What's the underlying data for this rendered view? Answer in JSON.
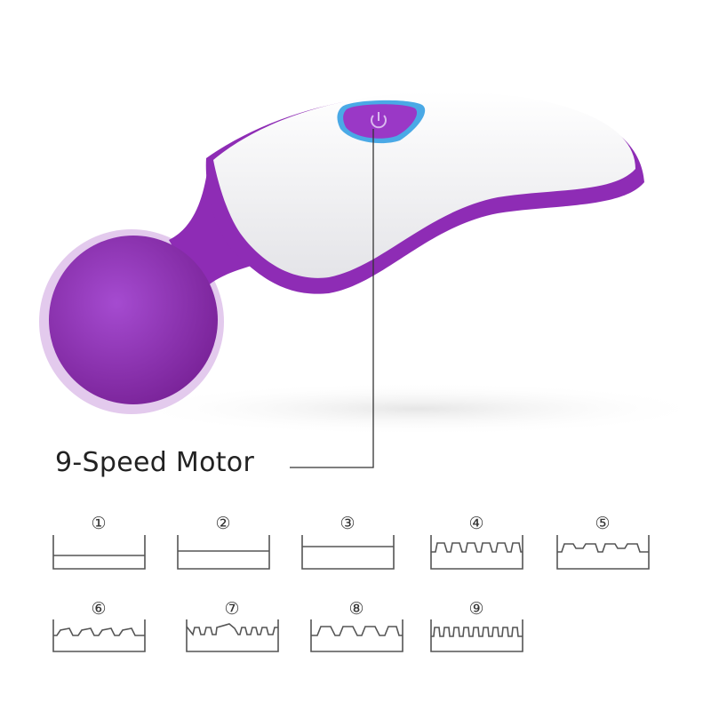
{
  "feature_label": "9-Speed Motor",
  "modes": [
    {
      "label": "①"
    },
    {
      "label": "②"
    },
    {
      "label": "③"
    },
    {
      "label": "④"
    },
    {
      "label": "⑤"
    },
    {
      "label": "⑥"
    },
    {
      "label": "⑦"
    },
    {
      "label": "⑧"
    },
    {
      "label": "⑨"
    }
  ],
  "colors": {
    "purple": "#8e2cb5",
    "white": "#f2f2f4",
    "line": "#555555"
  }
}
